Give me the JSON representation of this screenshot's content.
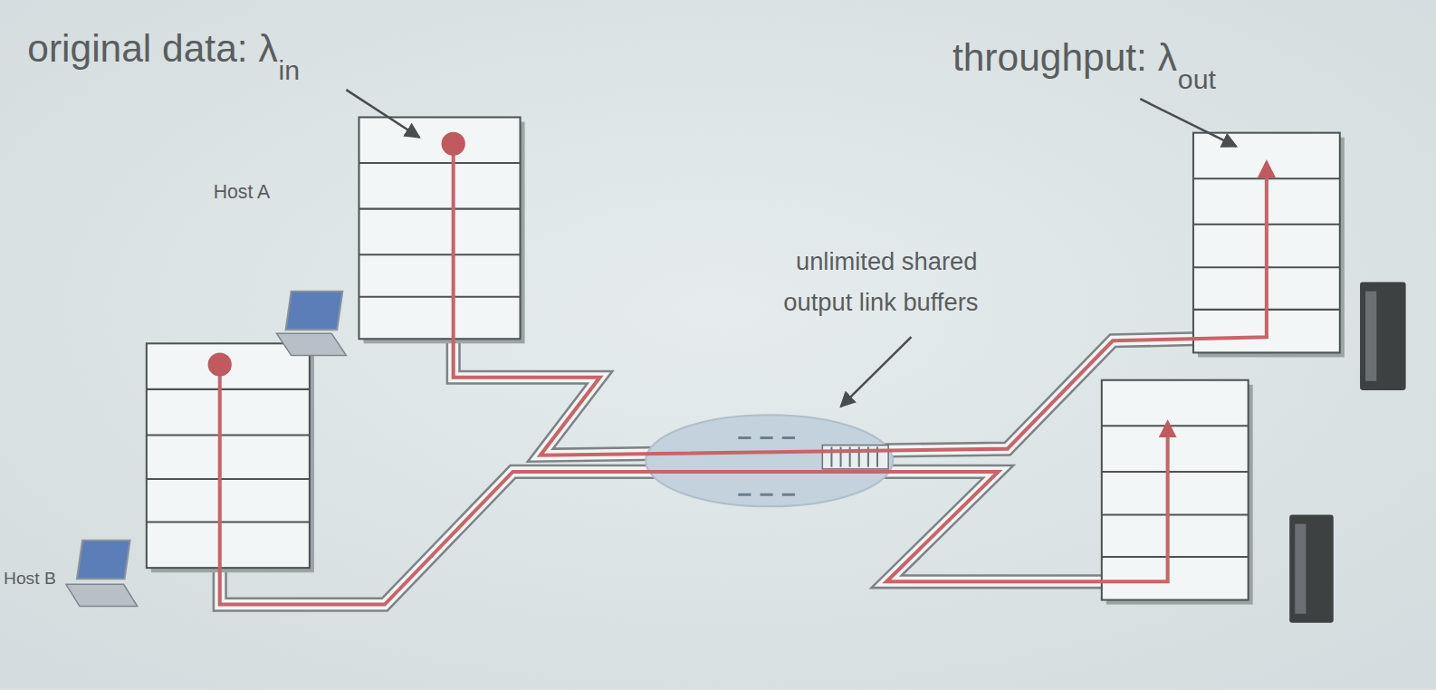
{
  "diagram": {
    "labels": [
      "original data: λ",
      "in",
      "Host A",
      "unlimited shared",
      "output link buffers",
      "throughput: λ",
      "out",
      "Host B"
    ]
  }
}
